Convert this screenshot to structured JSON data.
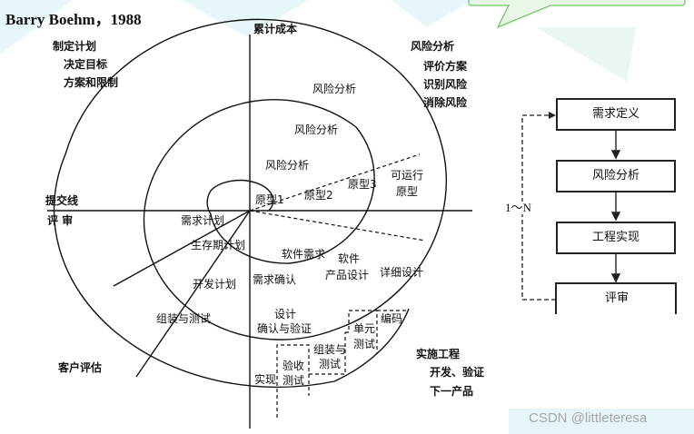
{
  "header": {
    "author_year": "Barry Boehm，1988"
  },
  "axes": {
    "cumulative_cost": "累计成本",
    "commit_line": "提交线",
    "review": "评 审"
  },
  "quadrants": {
    "top_left": [
      "制定计划",
      "决定目标",
      "方案和限制"
    ],
    "top_right": [
      "风险分析",
      "评价方案",
      "识别风险",
      "消除风险"
    ],
    "bottom_right": [
      "实施工程",
      "开发、验证",
      "下一产品"
    ],
    "bottom_left": [
      "客户评估"
    ]
  },
  "spiral": {
    "risk_analysis": [
      "风险分析",
      "风险分析",
      "风险分析"
    ],
    "prototypes": [
      "原型1",
      "原型2",
      "原型3"
    ],
    "operational_prototype": [
      "可运行",
      "原型"
    ],
    "plans": [
      "需求计划",
      "生存期计划",
      "开发计划",
      "组装与测试"
    ],
    "engineering": [
      "软件需求",
      "需求确认",
      "软件",
      "产品设计",
      "详细设计",
      "设计",
      "确认与验证"
    ],
    "code_test": {
      "implement": "实现",
      "acceptance_test": [
        "验收",
        "测试"
      ],
      "integration_test": [
        "组装与",
        "测试"
      ],
      "unit_test": [
        "单元",
        "测试"
      ],
      "coding": "编码"
    }
  },
  "flowchart": {
    "steps": [
      "需求定义",
      "风险分析",
      "工程实现",
      "评审"
    ],
    "loop_label": "1～N"
  },
  "watermark": "CSDN @littleteresa"
}
